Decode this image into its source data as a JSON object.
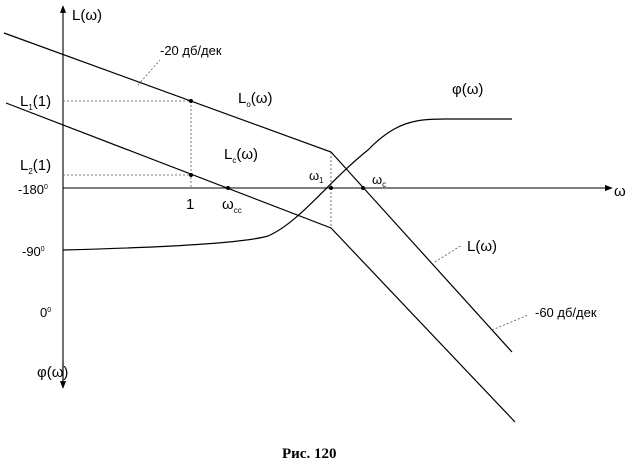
{
  "axes": {
    "y_top_label": "L(ω)",
    "y_bottom_label": "φ(ω)",
    "x_label": "ω"
  },
  "y_ticks": {
    "l1": {
      "main": "L",
      "sub": "1",
      "rest": "(1)"
    },
    "l2": {
      "main": "L",
      "sub": "2",
      "rest": "(1)"
    },
    "deg_neg180": {
      "value": "-180",
      "sup": "0"
    },
    "deg_neg90": {
      "value": "-90",
      "sup": "0"
    },
    "deg_0": {
      "value": "0",
      "sup": "0"
    }
  },
  "x_ticks": {
    "one": "1",
    "omega_cc": {
      "main": "ω",
      "sub": "cc"
    },
    "omega_1": {
      "main": "ω",
      "sub": "1"
    },
    "omega_c": {
      "main": "ω",
      "sub": "c"
    }
  },
  "curves": {
    "lo": {
      "main": "L",
      "sub": "o",
      "rest": "(ω)"
    },
    "lc": {
      "main": "L",
      "sub": "c",
      "rest": "(ω)"
    },
    "l": "L(ω)",
    "phi": "φ(ω)"
  },
  "annotations": {
    "slope_minus20": "-20 дб/дек",
    "slope_minus60": "-60 дб/дек"
  },
  "caption": "Рис. 120"
}
